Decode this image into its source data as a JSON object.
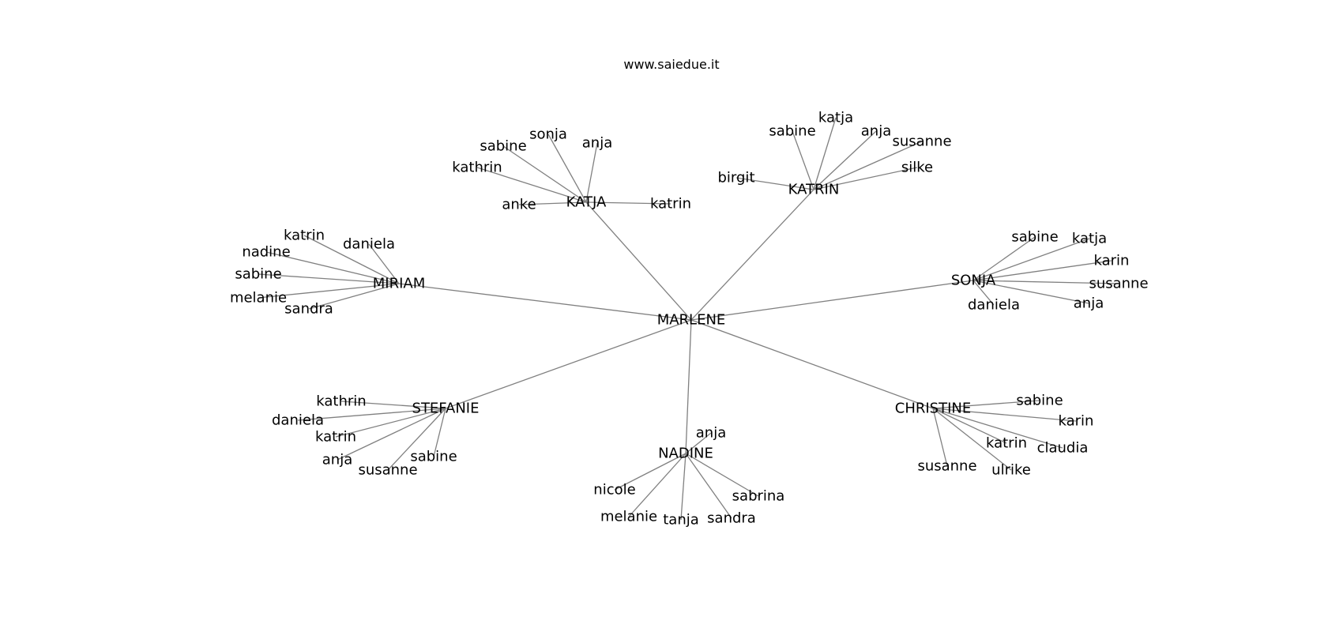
{
  "caption": "www.saiedue.it",
  "edge_color": "#808080",
  "root": "MARLENE",
  "groups": [
    {
      "hub": "KATJA",
      "leaves": [
        "sonja",
        "anja",
        "sabine",
        "kathrin",
        "anke",
        "katrin"
      ]
    },
    {
      "hub": "KATRIN",
      "leaves": [
        "katja",
        "sabine",
        "anja",
        "susanne",
        "silke",
        "birgit"
      ]
    },
    {
      "hub": "MIRIAM",
      "leaves": [
        "katrin",
        "daniela",
        "nadine",
        "sabine",
        "melanie",
        "sandra"
      ]
    },
    {
      "hub": "SONJA",
      "leaves": [
        "sabine",
        "katja",
        "karin",
        "susanne",
        "anja",
        "daniela"
      ]
    },
    {
      "hub": "STEFANIE",
      "leaves": [
        "kathrin",
        "daniela",
        "katrin",
        "anja",
        "susanne",
        "sabine"
      ]
    },
    {
      "hub": "NADINE",
      "leaves": [
        "anja",
        "nicole",
        "melanie",
        "tanja",
        "sandra",
        "sabrina"
      ]
    },
    {
      "hub": "CHRISTINE",
      "leaves": [
        "sabine",
        "karin",
        "claudia",
        "katrin",
        "ulrike",
        "susanne"
      ]
    }
  ]
}
